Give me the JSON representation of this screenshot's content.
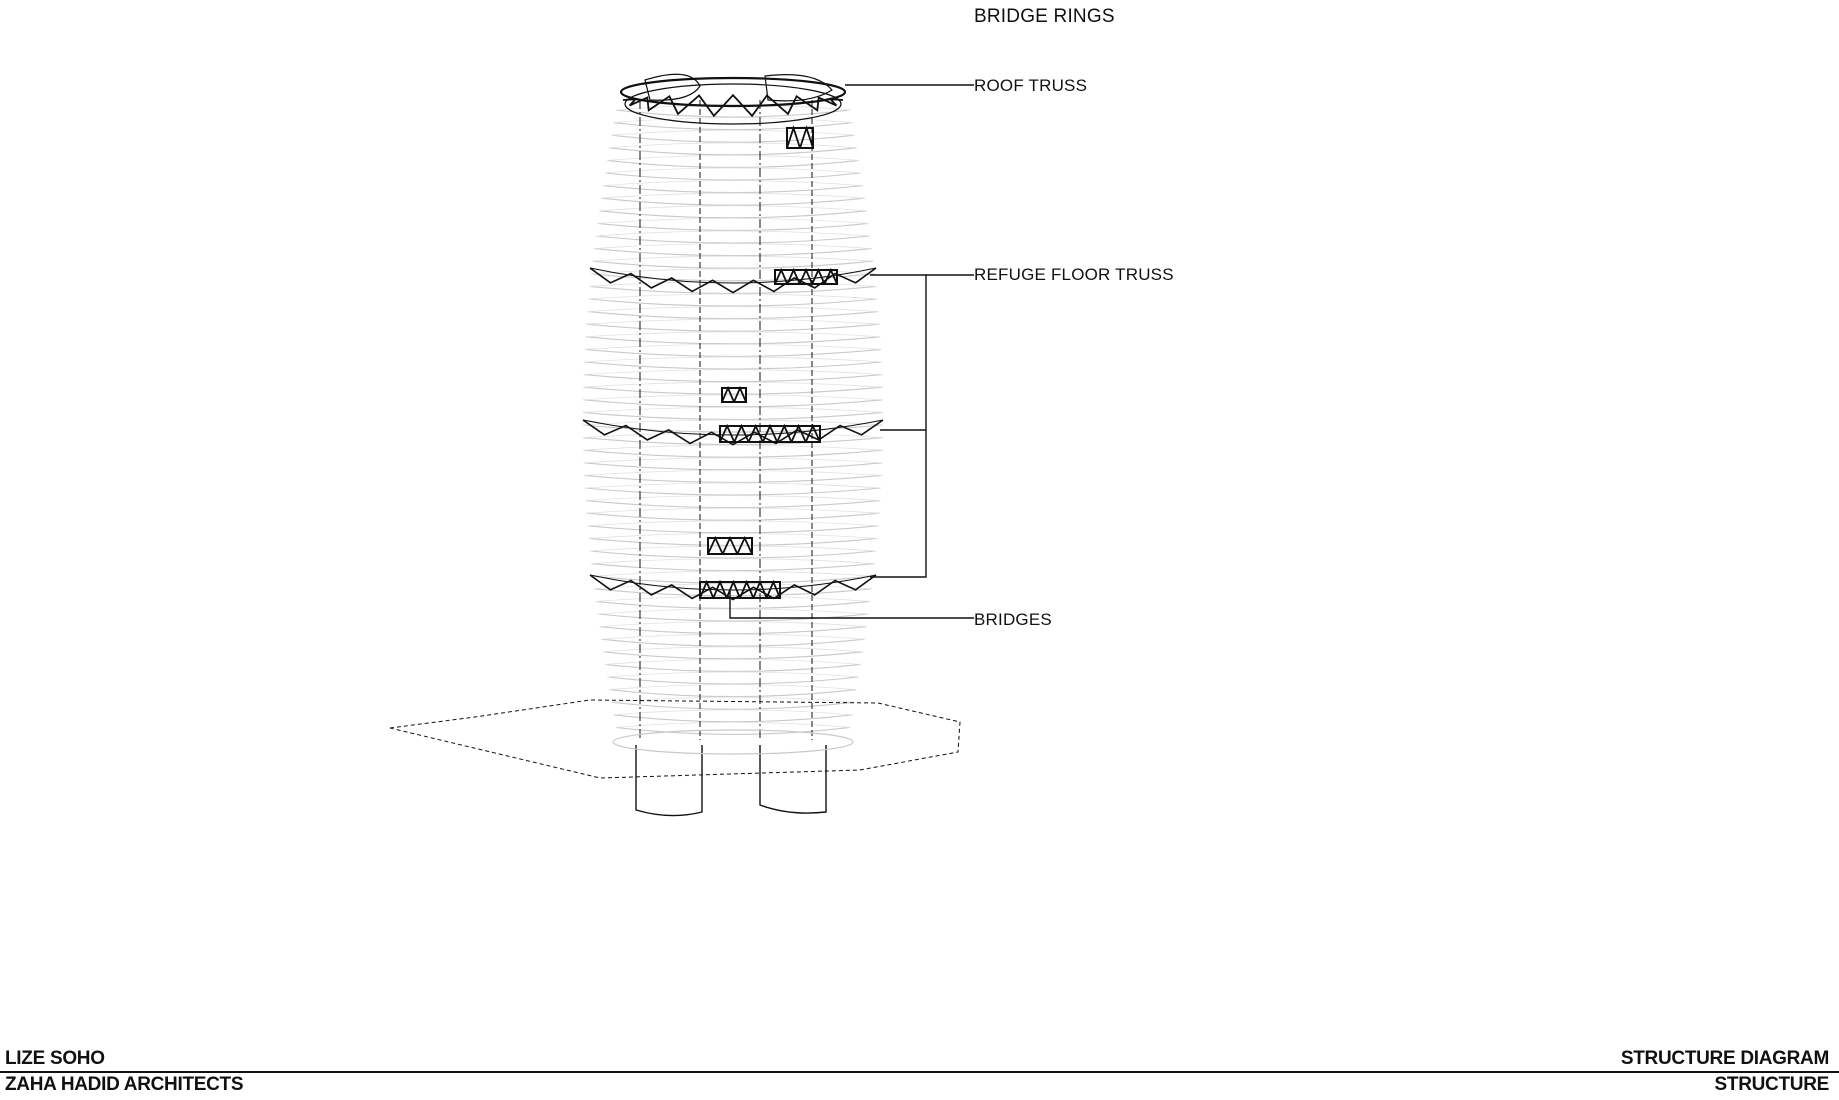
{
  "diagram": {
    "title": "BRIDGE RINGS",
    "callouts": {
      "roof": "ROOF TRUSS",
      "refuge": "REFUGE FLOOR  TRUSS",
      "bridges": "BRIDGES"
    }
  },
  "footer": {
    "project": "LIZE SOHO",
    "firm": "ZAHA HADID ARCHITECTS",
    "sheet_title": "STRUCTURE DIAGRAM",
    "category": "STRUCTURE"
  },
  "colors": {
    "ink": "#111111",
    "faint": "#c9c9c9",
    "paper": "#ffffff"
  }
}
